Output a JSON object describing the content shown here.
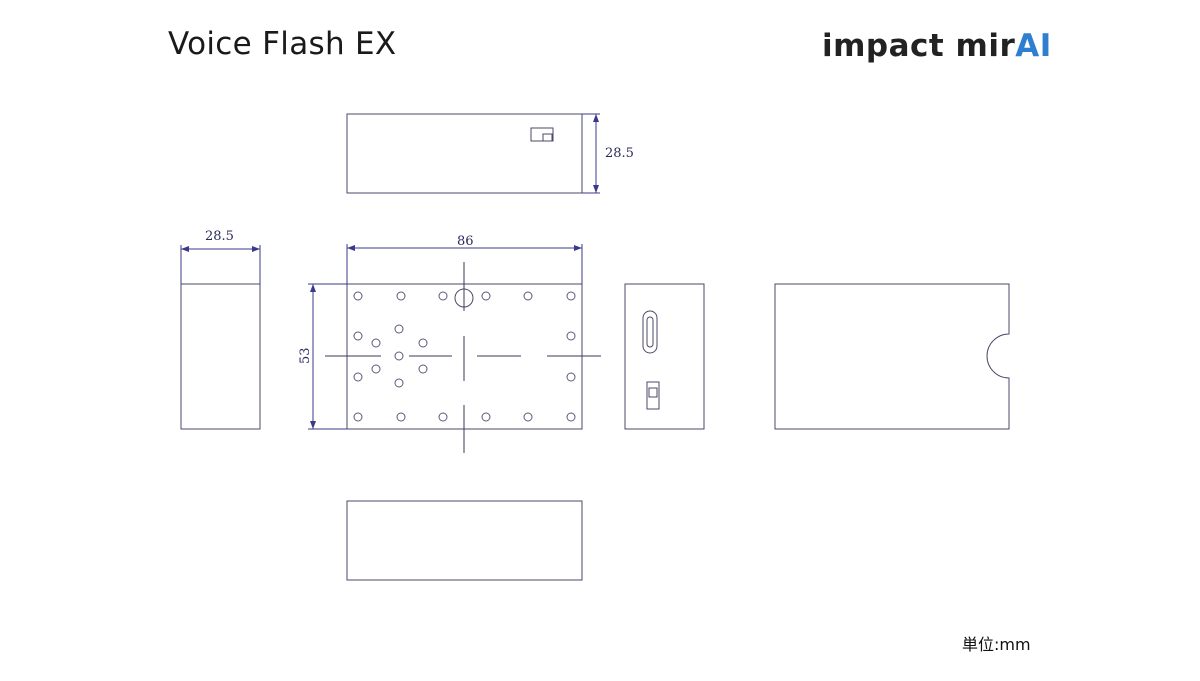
{
  "header": {
    "title": "Voice Flash EX",
    "logo_main": "impact mir",
    "logo_accent": "AI",
    "accent_color": "#2e7fd0"
  },
  "dimensions": {
    "top_height": "28.5",
    "side_width": "28.5",
    "front_width": "86",
    "front_height": "53"
  },
  "footer": {
    "unit_label": "単位:mm"
  },
  "colors": {
    "outline": "#4a4a6a",
    "dimension_line": "#3a3a8a"
  }
}
